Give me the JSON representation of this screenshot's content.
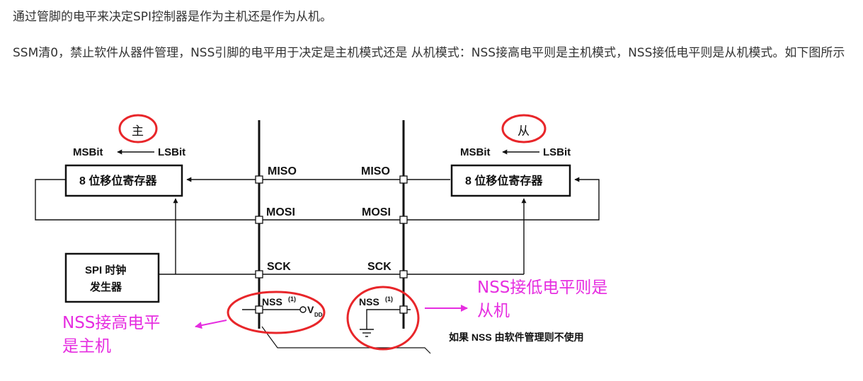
{
  "article": {
    "p1": "通过管脚的电平来决定SPI控制器是作为主机还是作为从机。",
    "p2": "SSM清0，禁止软件从器件管理，NSS引脚的电平用于决定是主机模式还是 从机模式：NSS接高电平则是主机模式，NSS接低电平则是从机模式。如下图所示"
  },
  "diagram": {
    "master_mark": "主",
    "slave_mark": "从",
    "msbit": "MSBit",
    "lsbit": "LSBit",
    "shift_register": "8 位移位寄存器",
    "miso": "MISO",
    "mosi": "MOSI",
    "sck": "SCK",
    "nss": "NSS",
    "nss_sup": "(1)",
    "vdd_v": "V",
    "vdd_sub": "DD",
    "clock_gen_line1": "SPI 时钟",
    "clock_gen_line2": "发生器",
    "footnote": "如果 NSS 由软件管理则不使用",
    "note_master_line1": "NSS接高电平",
    "note_master_line2": "是主机",
    "note_slave_line1": "NSS接低电平则是",
    "note_slave_line2": "从机"
  },
  "colors": {
    "text": "#333333",
    "line": "#111111",
    "annotation_circle": "#e8262a",
    "annotation_text": "#e62de0"
  }
}
